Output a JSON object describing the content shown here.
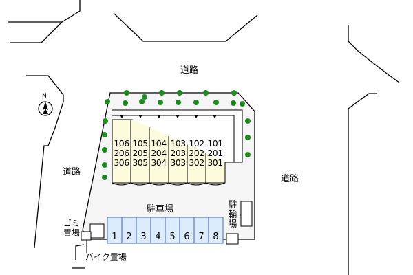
{
  "roads": {
    "top": "道路",
    "left": "道路",
    "right": "道路"
  },
  "compass": {
    "letter": "N"
  },
  "units": [
    [
      "106",
      "206",
      "306"
    ],
    [
      "105",
      "205",
      "305"
    ],
    [
      "104",
      "204",
      "304"
    ],
    [
      "103",
      "203",
      "303"
    ],
    [
      "102",
      "202",
      "302"
    ],
    [
      "101",
      "201",
      "301"
    ]
  ],
  "parking": {
    "label": "駐車場",
    "spaces": [
      "1",
      "2",
      "3",
      "4",
      "5",
      "6",
      "7",
      "8"
    ]
  },
  "bicycle_parking": {
    "chars": [
      "駐",
      "輪",
      "場"
    ]
  },
  "garbage": {
    "chars": [
      "ゴミ",
      "置場"
    ]
  },
  "bike_parking": {
    "label": "バイク置場"
  },
  "colors": {
    "building_fill": "#fefbdc",
    "parking_fill": "#dcecfd",
    "parking_stroke": "#5276c6",
    "tree": "#1d8a1d",
    "land": "#f3f3f3"
  }
}
